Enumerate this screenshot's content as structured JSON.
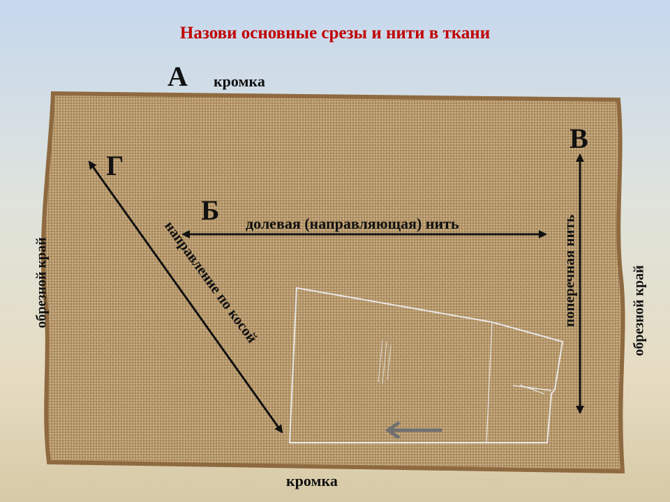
{
  "title": "Назови основные срезы и нити в ткани",
  "letters": {
    "a": "А",
    "b": "Б",
    "v": "В",
    "g": "Г"
  },
  "edges": {
    "top_selvage": "кромка",
    "bottom_selvage": "кромка",
    "left_cut": "обрезной  край",
    "right_cut": "обрезной  край"
  },
  "threads": {
    "warp": "долевая (направляющая) нить",
    "weft": "поперечная нить",
    "bias": "направление по косой"
  },
  "colors": {
    "title": "#c00000",
    "fabric": "#b8986a",
    "fabric_edge": "#8f6a40",
    "arrow": "#111111",
    "pattern": "#d8d8d8"
  }
}
